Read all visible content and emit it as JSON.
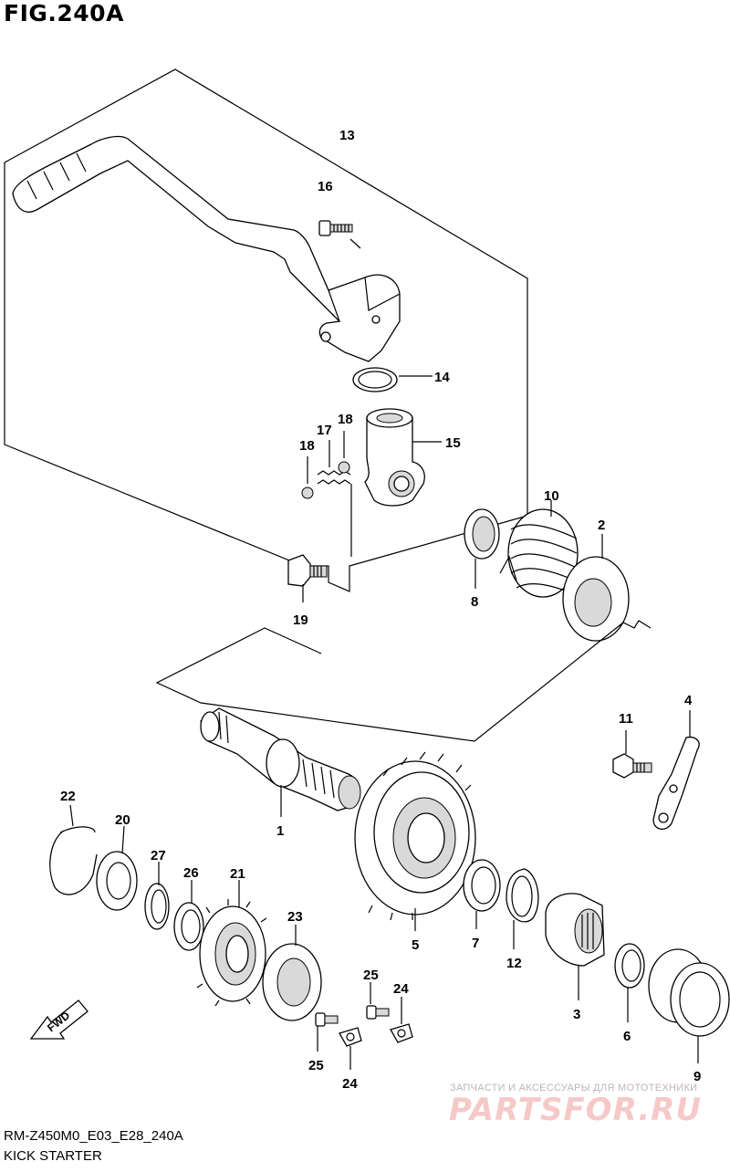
{
  "figure": {
    "title": "FIG.240A",
    "code": "RM-Z450M0_E03_E28_240A",
    "subtitle": "KICK STARTER"
  },
  "direction_badge": "FWD",
  "watermark": {
    "tagline": "ЗАПЧАСТИ И АКСЕССУАРЫ ДЛЯ МОТОТЕХНИКИ",
    "brand": "PARTSFOR.RU"
  },
  "callouts": [
    {
      "id": "c13",
      "label": "13",
      "part": "kick starter lever assembly"
    },
    {
      "id": "c16",
      "label": "16",
      "part": "bolt"
    },
    {
      "id": "c14",
      "label": "14",
      "part": "o-ring"
    },
    {
      "id": "c15",
      "label": "15",
      "part": "lever boss"
    },
    {
      "id": "c17",
      "label": "17",
      "part": "spring"
    },
    {
      "id": "c18a",
      "label": "18",
      "part": "ball"
    },
    {
      "id": "c18b",
      "label": "18",
      "part": "ball"
    },
    {
      "id": "c19",
      "label": "19",
      "part": "bolt"
    },
    {
      "id": "c10",
      "label": "10",
      "part": "return spring"
    },
    {
      "id": "c2",
      "label": "2",
      "part": "spring guide"
    },
    {
      "id": "c8",
      "label": "8",
      "part": "oil seal"
    },
    {
      "id": "c11",
      "label": "11",
      "part": "bolt"
    },
    {
      "id": "c4",
      "label": "4",
      "part": "stopper plate"
    },
    {
      "id": "c1",
      "label": "1",
      "part": "kick starter shaft"
    },
    {
      "id": "c22",
      "label": "22",
      "part": "circlip"
    },
    {
      "id": "c20",
      "label": "20",
      "part": "washer"
    },
    {
      "id": "c27",
      "label": "27",
      "part": "circlip"
    },
    {
      "id": "c26",
      "label": "26",
      "part": "washer"
    },
    {
      "id": "c21",
      "label": "21",
      "part": "idle gear"
    },
    {
      "id": "c23",
      "label": "23",
      "part": "washer"
    },
    {
      "id": "c5",
      "label": "5",
      "part": "kick gear"
    },
    {
      "id": "c7",
      "label": "7",
      "part": "washer"
    },
    {
      "id": "c12",
      "label": "12",
      "part": "circlip"
    },
    {
      "id": "c3",
      "label": "3",
      "part": "ratchet"
    },
    {
      "id": "c6",
      "label": "6",
      "part": "washer"
    },
    {
      "id": "c9",
      "label": "9",
      "part": "spring"
    },
    {
      "id": "c25a",
      "label": "25",
      "part": "screw"
    },
    {
      "id": "c25b",
      "label": "25",
      "part": "screw"
    },
    {
      "id": "c24a",
      "label": "24",
      "part": "lock washer"
    },
    {
      "id": "c24b",
      "label": "24",
      "part": "lock washer"
    }
  ]
}
